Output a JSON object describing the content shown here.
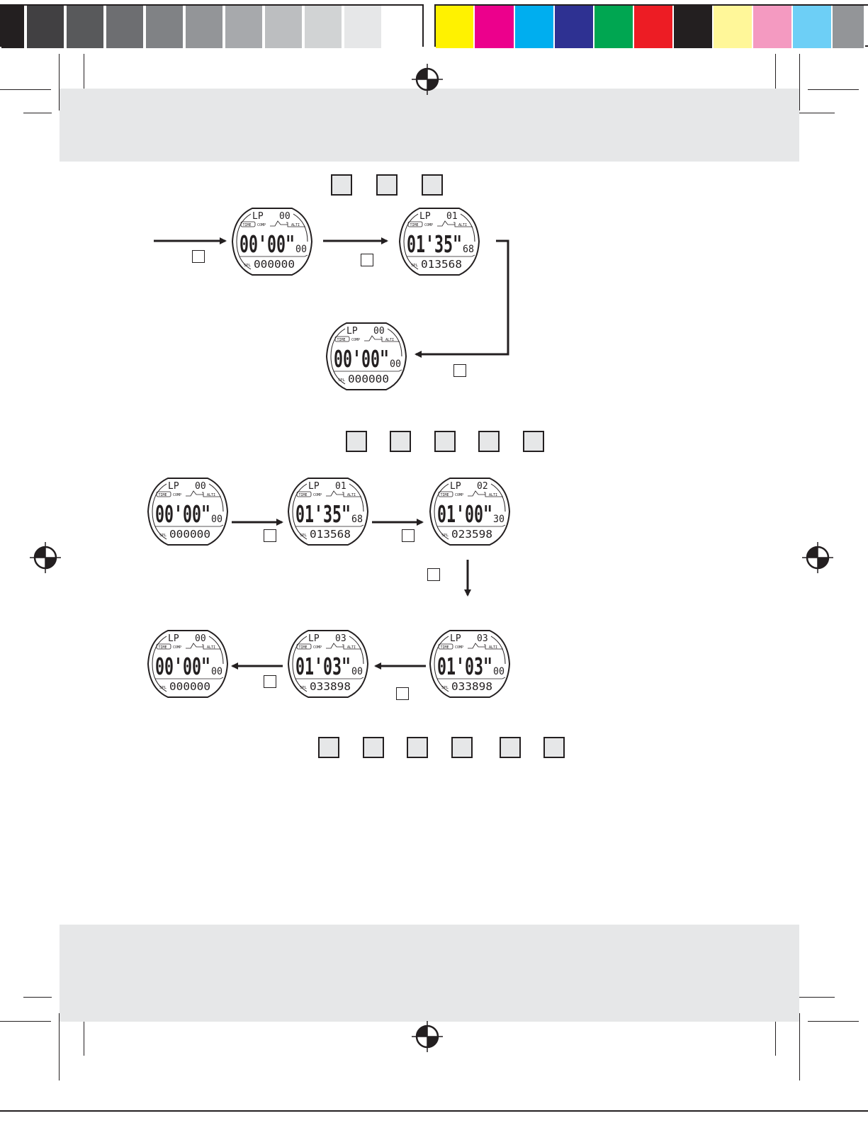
{
  "colors": {
    "gray_steps": [
      "#231f20",
      "#414042",
      "#58595b",
      "#6d6e71",
      "#808285",
      "#939598",
      "#a7a9ac",
      "#bcbec0",
      "#d1d3d4",
      "#e6e7e8",
      "#ffffff"
    ],
    "process": [
      "#fff200",
      "#ec008c",
      "#00aeef",
      "#2e3192",
      "#00a651",
      "#ed1c24",
      "#231f20",
      "#fff799",
      "#f49ac1",
      "#6dcff6",
      "#939598"
    ],
    "band": "#e6e7e8",
    "ink": "#231f20"
  },
  "registration_mark": "crosshair-registration-icon",
  "watches": {
    "a1": {
      "lap_label": "LP",
      "lap": "00",
      "mode_labels": [
        "TIME",
        "COMP",
        "ALTI"
      ],
      "main": "00'00\"",
      "main_small": "00",
      "spl_label": "SPL",
      "spl": "000000"
    },
    "a2": {
      "lap_label": "LP",
      "lap": "01",
      "mode_labels": [
        "TIME",
        "COMP",
        "ALTI"
      ],
      "main": "01'35\"",
      "main_small": "68",
      "spl_label": "SPL",
      "spl": "013568"
    },
    "a3": {
      "lap_label": "LP",
      "lap": "00",
      "mode_labels": [
        "TIME",
        "COMP",
        "ALTI"
      ],
      "main": "00'00\"",
      "main_small": "00",
      "spl_label": "SPL",
      "spl": "000000"
    },
    "b1": {
      "lap_label": "LP",
      "lap": "00",
      "mode_labels": [
        "TIME",
        "COMP",
        "ALTI"
      ],
      "main": "00'00\"",
      "main_small": "00",
      "spl_label": "SPL",
      "spl": "000000"
    },
    "b2": {
      "lap_label": "LP",
      "lap": "01",
      "mode_labels": [
        "TIME",
        "COMP",
        "ALTI"
      ],
      "main": "01'35\"",
      "main_small": "68",
      "spl_label": "SPL",
      "spl": "013568"
    },
    "b3": {
      "lap_label": "LP",
      "lap": "02",
      "mode_labels": [
        "TIME",
        "COMP",
        "ALTI"
      ],
      "main": "01'00\"",
      "main_small": "30",
      "spl_label": "SPL",
      "spl": "023598"
    },
    "b4": {
      "lap_label": "LP",
      "lap": "03",
      "mode_labels": [
        "TIME",
        "COMP",
        "ALTI"
      ],
      "main": "01'03\"",
      "main_small": "00",
      "spl_label": "SPL",
      "spl": "033898"
    },
    "b5": {
      "lap_label": "LP",
      "lap": "03",
      "mode_labels": [
        "TIME",
        "COMP",
        "ALTI"
      ],
      "main": "01'03\"",
      "main_small": "00",
      "spl_label": "SPL",
      "spl": "033898"
    },
    "b6": {
      "lap_label": "LP",
      "lap": "00",
      "mode_labels": [
        "TIME",
        "COMP",
        "ALTI"
      ],
      "main": "00'00\"",
      "main_small": "00",
      "spl_label": "SPL",
      "spl": "000000"
    }
  }
}
